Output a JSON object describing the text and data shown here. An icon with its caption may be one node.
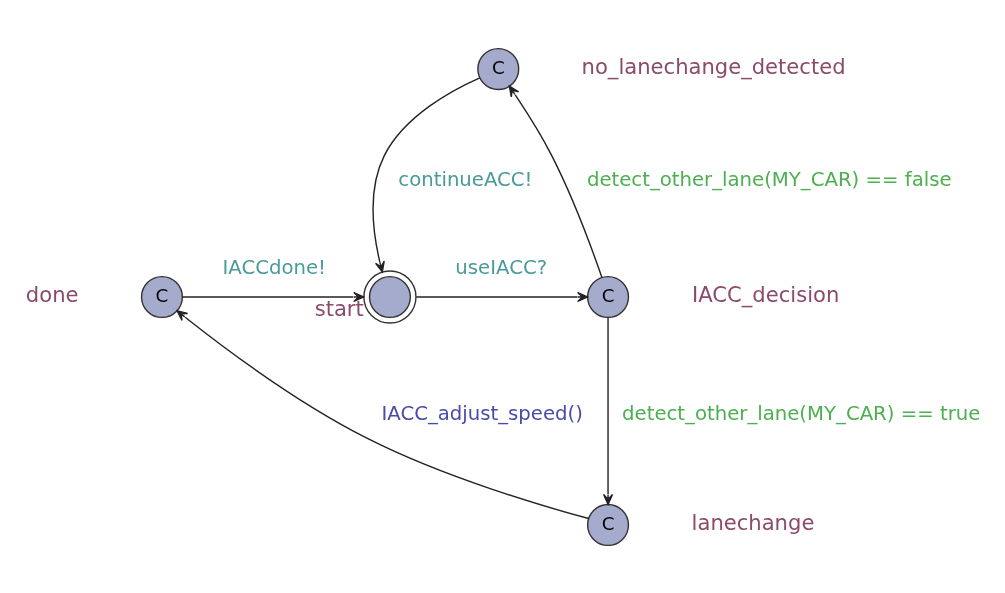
{
  "diagram": {
    "nodes": [
      {
        "text": [
          "C"
        ],
        "beside": [
          "no_lanechange_detected"
        ]
      },
      {
        "text": [
          "C"
        ],
        "beside": [
          "done"
        ]
      },
      {
        "text": [],
        "shape": "circle",
        "beside": [
          "start"
        ]
      },
      {
        "text": [
          "C"
        ],
        "beside": [
          "IACC_decision"
        ]
      },
      {
        "text": [
          "C"
        ],
        "beside": [
          "lanechange"
        ]
      }
    ],
    "edges": [
      {
        "from": 1,
        "to": 2,
        "arrow": "to",
        "label": "IACCdone!"
      },
      {
        "from": 2,
        "to": 3,
        "arrow": "to",
        "label": "useIACC?"
      },
      {
        "from": 3,
        "to": 0,
        "arrow": "to",
        "label": "detect_other_lane(MY_CAR) == false"
      },
      {
        "from": 0,
        "to": 2,
        "arrow": "to",
        "label": "continueACC!"
      },
      {
        "from": 3,
        "to": 4,
        "arrow": "to",
        "label": "detect_other_lane(MY_CAR) == true"
      },
      {
        "from": 4,
        "to": 1,
        "arrow": "to",
        "label": "IACC_adjust_speed()"
      }
    ]
  }
}
